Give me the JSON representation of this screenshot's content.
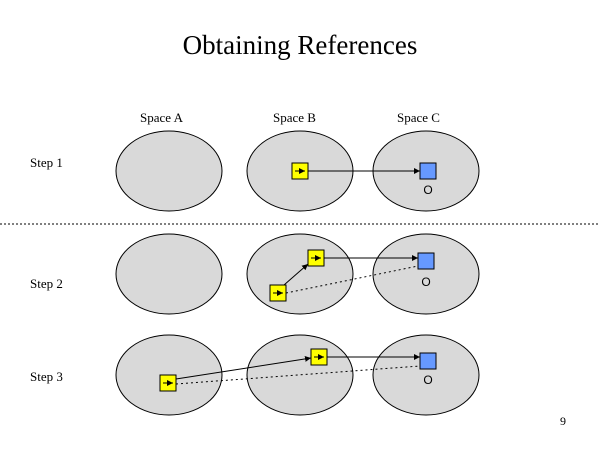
{
  "slide": {
    "title": "Obtaining References",
    "page_number": "9"
  },
  "columns": [
    "Space A",
    "Space B",
    "Space C"
  ],
  "rows": [
    "Step 1",
    "Step 2",
    "Step 3"
  ],
  "object_label": "O",
  "colors": {
    "space_fill": "#d9d9d9",
    "reference_box": "#ffff00",
    "object_box": "#6699ff",
    "stroke": "#000000"
  }
}
